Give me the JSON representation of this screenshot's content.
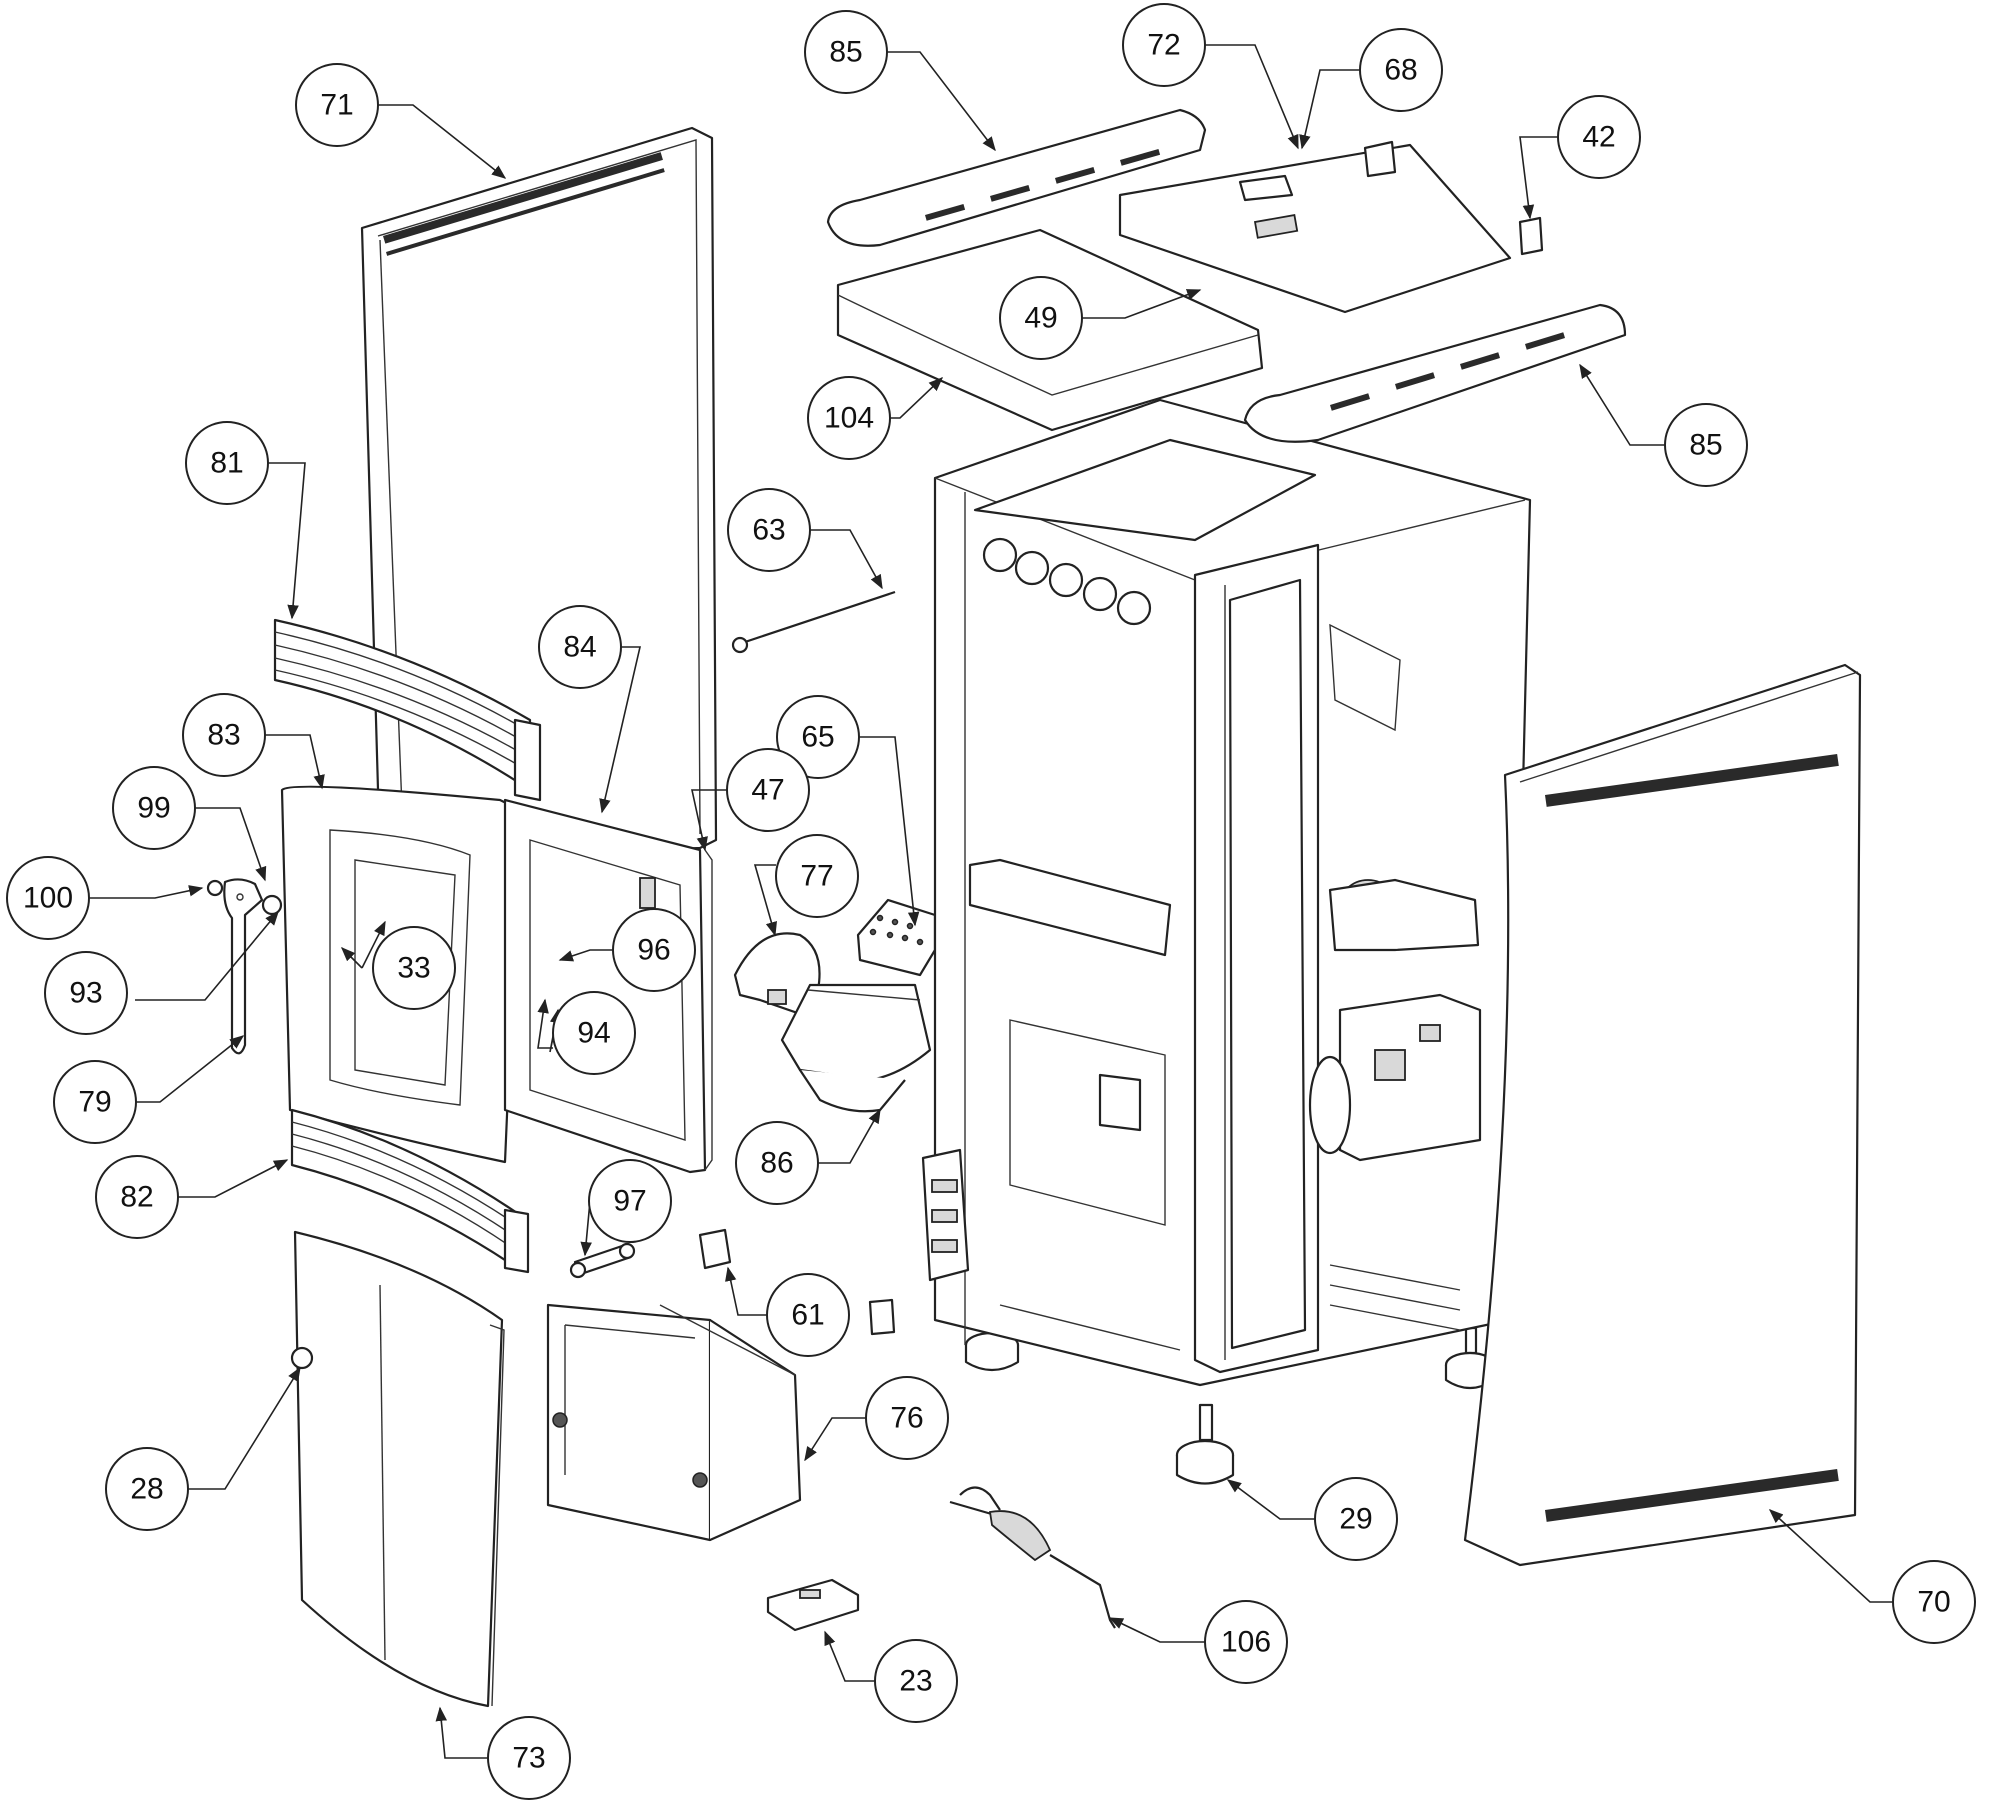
{
  "labels": {
    "l23": "23",
    "l28": "28",
    "l29": "29",
    "l33": "33",
    "l42": "42",
    "l47": "47",
    "l49": "49",
    "l61": "61",
    "l63": "63",
    "l65": "65",
    "l68": "68",
    "l70": "70",
    "l71": "71",
    "l72": "72",
    "l73": "73",
    "l76": "76",
    "l77": "77",
    "l79": "79",
    "l81": "81",
    "l82": "82",
    "l83": "83",
    "l84": "84",
    "l85a": "85",
    "l85b": "85",
    "l86": "86",
    "l93": "93",
    "l94": "94",
    "l96": "96",
    "l97": "97",
    "l99": "99",
    "l100": "100",
    "l104": "104",
    "l106": "106"
  }
}
